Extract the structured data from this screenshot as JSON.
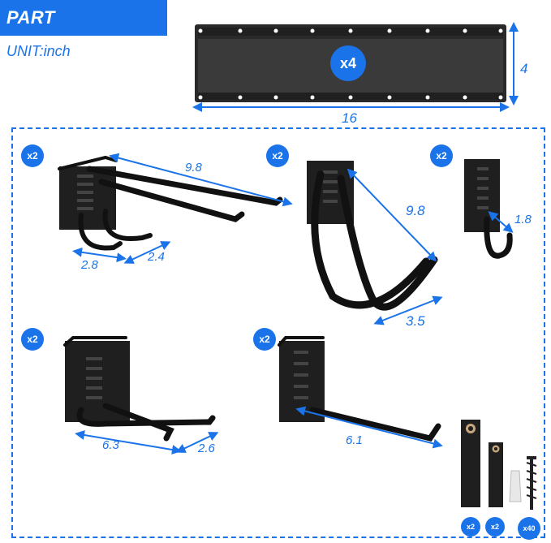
{
  "header": {
    "title": "PART DIMENSIONS",
    "unit": "UNIT:inch"
  },
  "rail": {
    "qty": "x4",
    "length": "16",
    "height": "4"
  },
  "items": [
    {
      "qty": "x2",
      "dims": [
        "9.8",
        "2.8",
        "2.4"
      ]
    },
    {
      "qty": "x2",
      "dims": [
        "9.8",
        "3.5"
      ]
    },
    {
      "qty": "x2",
      "dims": [
        "1.8"
      ]
    },
    {
      "qty": "x2",
      "dims": [
        "6.3",
        "2.6"
      ]
    },
    {
      "qty": "x2",
      "dims": [
        "6.1"
      ]
    }
  ],
  "hardware": [
    {
      "qty": "x2"
    },
    {
      "qty": "x2"
    },
    {
      "qty": "x40"
    }
  ],
  "colors": {
    "accent": "#1a73e8",
    "metal": "#1c1c1c"
  }
}
